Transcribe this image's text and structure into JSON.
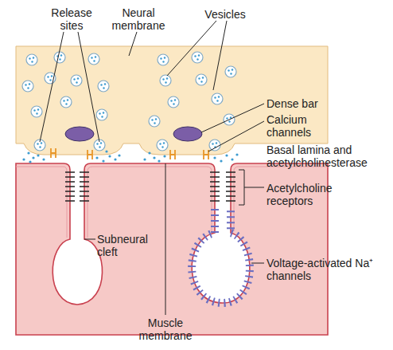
{
  "diagram": {
    "labels": [
      "Release sites",
      "Neural membrane",
      "Vesicles",
      "Dense bar",
      "Calcium channels",
      "Basal lamina and acetylcholinesterase",
      "Acetylcholine receptors",
      "Subneural cleft",
      "Voltage-activated Na⁺ channels",
      "Muscle membrane"
    ]
  }
}
